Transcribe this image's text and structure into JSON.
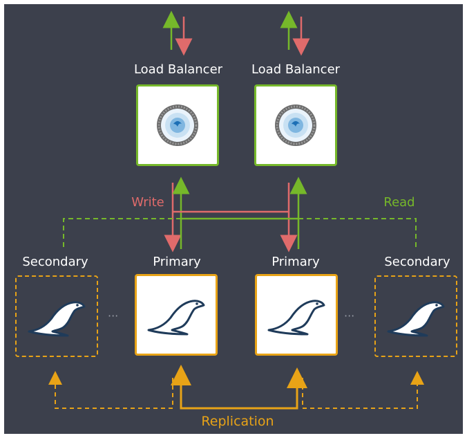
{
  "load_balancers": [
    {
      "label": "Load Balancer",
      "icon": "load-balancer-icon"
    },
    {
      "label": "Load Balancer",
      "icon": "load-balancer-icon"
    }
  ],
  "primaries": [
    {
      "label": "Primary",
      "icon": "mariadb-seal-icon"
    },
    {
      "label": "Primary",
      "icon": "mariadb-seal-icon"
    }
  ],
  "secondaries": [
    {
      "label": "Secondary",
      "icon": "mariadb-seal-icon"
    },
    {
      "label": "Secondary",
      "icon": "mariadb-seal-icon"
    }
  ],
  "flows": {
    "write_label": "Write",
    "read_label": "Read",
    "replication_label": "Replication"
  },
  "colors": {
    "background": "#3c404c",
    "write": "#e06b6b",
    "read": "#76b82a",
    "replication": "#e8a317",
    "seal": "#1f3b5a"
  }
}
